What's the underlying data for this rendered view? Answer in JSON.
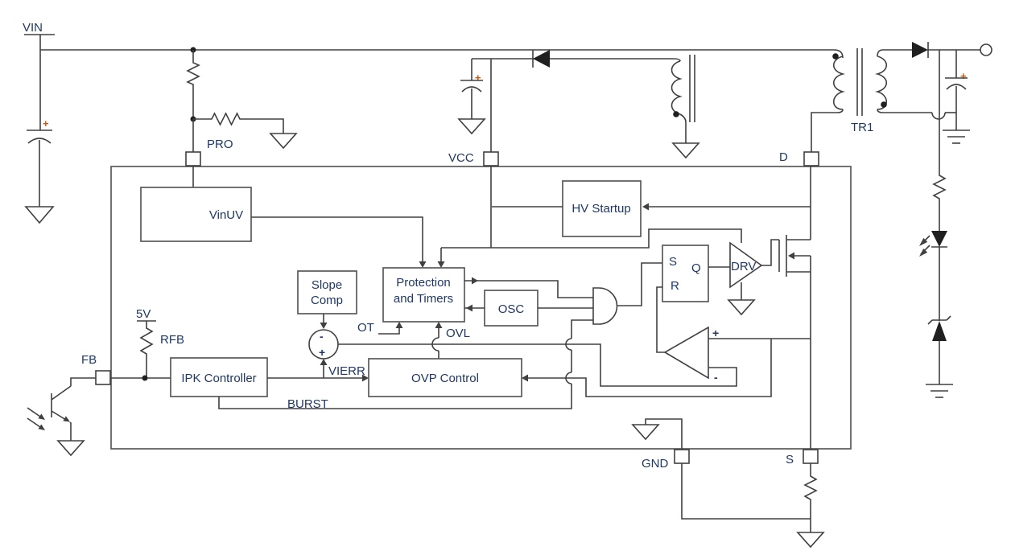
{
  "diagram": {
    "nets": {
      "vin": "VIN",
      "five_v": "5V",
      "rfb": "RFB",
      "tr1": "TR1"
    },
    "pins": {
      "pro": "PRO",
      "vcc": "VCC",
      "d": "D",
      "fb": "FB",
      "gnd": "GND",
      "s": "S"
    },
    "blocks": {
      "vinuv": "VinUV",
      "hv_startup": "HV Startup",
      "slope_line1": "Slope",
      "slope_line2": "Comp",
      "protection_line1": "Protection",
      "protection_line2": "and Timers",
      "osc": "OSC",
      "ovp": "OVP Control",
      "ipk": "IPK Controller",
      "drv": "DRV"
    },
    "latch": {
      "s": "S",
      "r": "R",
      "q": "Q"
    },
    "signals": {
      "ot": "OT",
      "ovl": "OVL",
      "vierr": "VIERR",
      "burst": "BURST"
    },
    "marks": {
      "cap_plus": "+",
      "cmp_plus": "+",
      "cmp_minus": "-",
      "sum_minus": "-",
      "sum_plus": "+"
    },
    "colors": {
      "wire": "#404040",
      "label": "#1f3864",
      "cap_plus": "#c55a11"
    }
  }
}
